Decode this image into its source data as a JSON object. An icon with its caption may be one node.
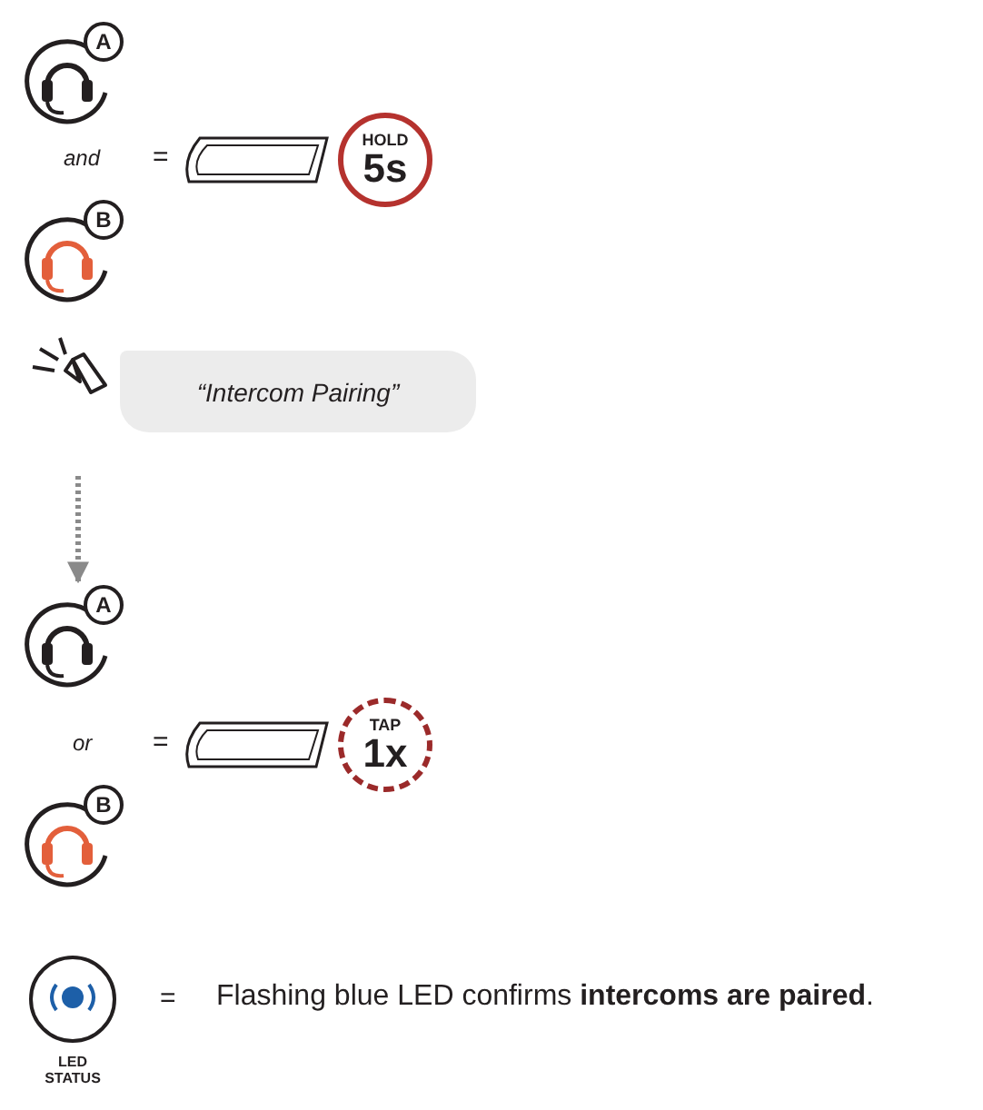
{
  "diagram": {
    "nodes": [
      {
        "text": [
          "A"
        ]
      },
      {
        "text": [
          "HOLD",
          "5s"
        ]
      },
      {
        "text": [
          "B"
        ]
      },
      {
        "text": [
          "“Intercom Pairing”"
        ]
      },
      {
        "text": [
          "A"
        ]
      },
      {
        "text": [
          "TAP",
          "1x"
        ]
      },
      {
        "text": [
          "B"
        ]
      },
      {
        "text": [],
        "shape": "circle",
        "beside": [
          "LED STATUS"
        ]
      }
    ],
    "edges": [
      {
        "from": null,
        "to": 4,
        "arrow": "to",
        "style": "dashed"
      }
    ],
    "labels": [
      "and",
      "=",
      "or",
      "=",
      "=",
      "Flashing blue LED confirms **intercoms are paired**."
    ]
  }
}
